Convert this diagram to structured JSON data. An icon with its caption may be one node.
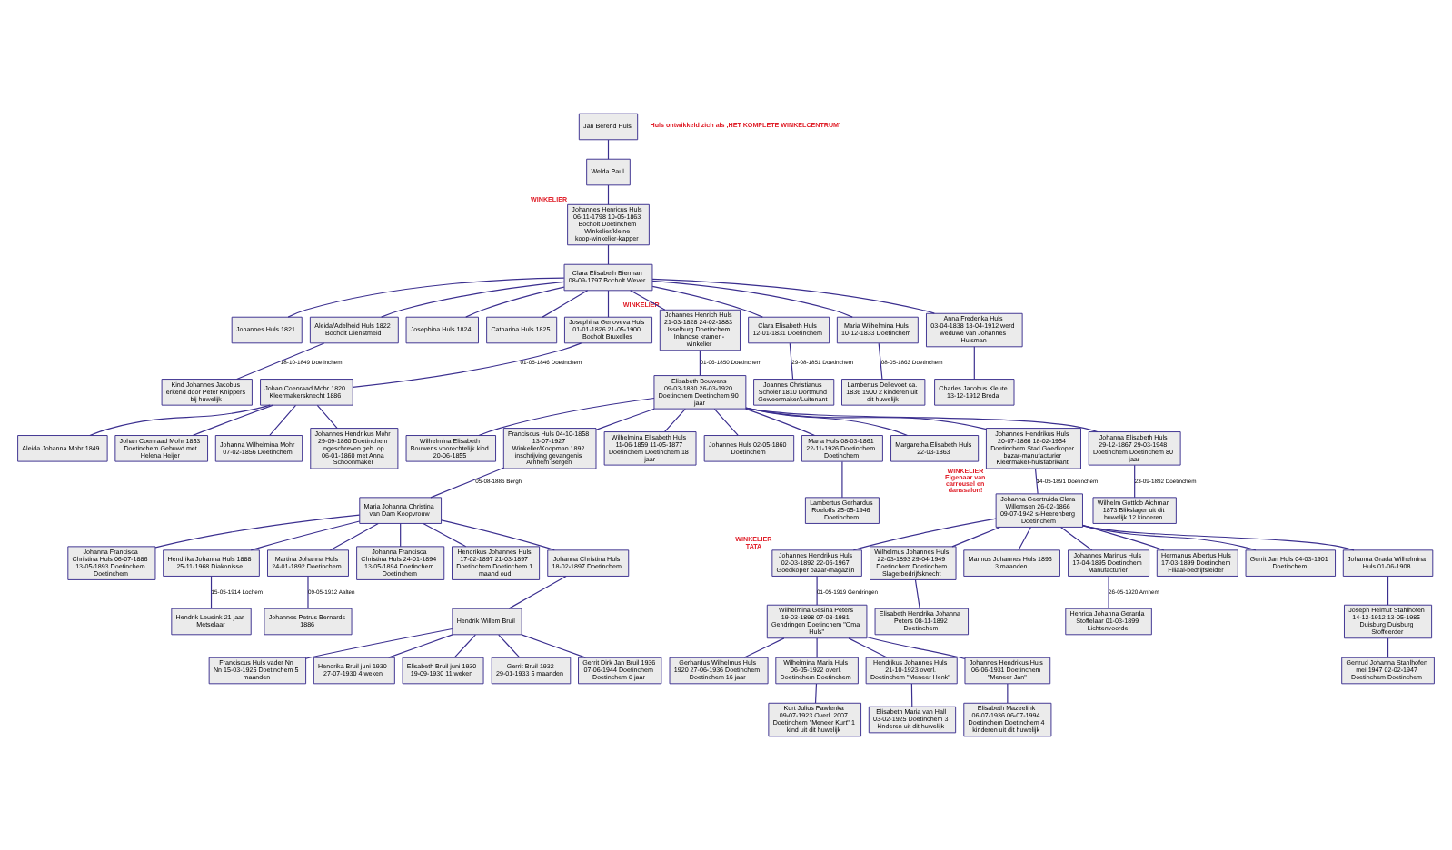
{
  "diagram": {
    "nodes": [
      {
        "text": [
          "Jan Berend Huls"
        ]
      },
      {
        "text": [
          "Welda Paul"
        ]
      },
      {
        "text": [
          "Johannes Henricus Huls 06-11-1798 10-05-1863 Bocholt Doetinchem Winkelier/kleine koop-winkelier-kapper"
        ],
        "beside": [
          "WINKELIER"
        ]
      },
      {
        "text": [
          "Clara Elisabeth Bierman 08-09-1797 Bocholt Wever"
        ]
      },
      {
        "text": [
          "Johannes Huls 1821"
        ]
      },
      {
        "text": [
          "Aleida/Adelheid Huls 1822 Bocholt Dienstmeid"
        ]
      },
      {
        "text": [
          "Josephina Huls 1824"
        ]
      },
      {
        "text": [
          "Catharina Huls 1825"
        ]
      },
      {
        "text": [
          "Josephina Genoveva Huls 01-01-1826 21-05-1900 Bocholt Bruxelles"
        ]
      },
      {
        "text": [
          "Johannes Henrich Huls 21-03-1828 24-02-1883 Isselburg Doetinchem Inlandse kramer - winkelier"
        ],
        "beside": [
          "WINKELIER"
        ]
      },
      {
        "text": [
          "Clara Elisabeth Huls 12-01-1831 Doetinchem"
        ]
      },
      {
        "text": [
          "Maria Wilhelmina Huls 10-12-1833 Doetinchem"
        ]
      },
      {
        "text": [
          "Anna Frederika Huls 03-04-1838 18-04-1912 werd weduwe van Johannes Hulsman"
        ]
      },
      {
        "text": [
          "Kind Johannes Jacobus erkend door Peter Knippers bij huwelijk"
        ]
      },
      {
        "text": [
          "Johan Coenraad Mohr 1820 Kleermakersknecht 1886"
        ]
      },
      {
        "text": [
          "Elisabeth Bouwens 09-03-1830 26-03-1920 Doetinchem Doetinchem 90 jaar"
        ]
      },
      {
        "text": [
          "Joannes Christianus Scholer 1810 Dortmund Geweermaker/Luitenant"
        ]
      },
      {
        "text": [
          "Lambertus Dellevoet ca. 1836 1900 2 kinderen uit dit huwelijk"
        ]
      },
      {
        "text": [
          "Charles Jacobus Kleute 13-12-1912 Breda"
        ]
      },
      {
        "text": [
          "Aleida Johanna Mohr 1849"
        ]
      },
      {
        "text": [
          "Johan Coenraad Mohr 1853 Doetinchem Gehuwd met Helena Heijer"
        ]
      },
      {
        "text": [
          "Johanna Wilhelmina Mohr 07-02-1856 Doetinchem"
        ]
      },
      {
        "text": [
          "Johannes Hendrikus Mohr 29-09-1860 Doetinchem ingeschreven geb. op 06-01-1860 met Anna Schoonmaker"
        ]
      },
      {
        "text": [
          "Wilhelmina Elisabeth Bouwens voorechtelijk kind 20-06-1855"
        ]
      },
      {
        "text": [
          "Franciscus Huls 04-10-1858 13-07-1927 Winkelier/Koopman 1892 inschrijving gevangenis Arnhem Bergen"
        ]
      },
      {
        "text": [
          "Wilhelmina Elisabeth Huls 11-06-1859 11-05-1877 Doetinchem Doetinchem 18 jaar"
        ]
      },
      {
        "text": [
          "Johannes Huls 02-05-1860 Doetinchem"
        ]
      },
      {
        "text": [
          "Maria Huls 08-03-1861 22-11-1926 Doetinchem Doetinchem"
        ]
      },
      {
        "text": [
          "Margaretha Elisabeth Huls 22-03-1863"
        ]
      },
      {
        "text": [
          "Johannes Hendrikus Huls 20-07-1866 18-02-1954 Doetinchem Stad Goedkoper bazar-manufacturier Kleermaker-hulsfabrikant"
        ],
        "beside": [
          "WINKELIER",
          "Eigenaar van carrousel en danssalon!"
        ]
      },
      {
        "text": [
          "Johanna Elisabeth Huls 29-12-1867 29-03-1948 Doetinchem Doetinchem 80 jaar"
        ]
      },
      {
        "text": [
          "Maria Johanna Christina van Dam Koopvrouw"
        ]
      },
      {
        "text": [
          "Lambertus Gerhardus Roeloffs 25-05-1946 Doetinchem"
        ]
      },
      {
        "text": [
          "Johanna Geertruida Clara Willemsen 26-02-1866 09-07-1942 s-Heerenberg Doetinchem"
        ]
      },
      {
        "text": [
          "Wilhelm Gottlob Aichman 1873 Blikslager uit dit huwelijk 12 kinderen"
        ]
      },
      {
        "text": [
          "Johanna Francisca Christina Huls 06-07-1886 13-05-1893 Doetinchem Doetinchem"
        ]
      },
      {
        "text": [
          "Hendrika Johanna Huls 1888 25-11-1968 Diakonisse"
        ]
      },
      {
        "text": [
          "Martina Johanna Huls 24-01-1892 Doetinchem"
        ]
      },
      {
        "text": [
          "Johanna Francisca Christina Huls 24-01-1894 13-05-1894 Doetinchem Doetinchem"
        ]
      },
      {
        "text": [
          "Hendrikus Johannes Huls 17-02-1897 21-03-1897 Doetinchem Doetinchem 1 maand oud"
        ]
      },
      {
        "text": [
          "Johanna Christina Huls 18-02-1897 Doetinchem"
        ]
      },
      {
        "text": [
          "Johannes Hendrikus Huls 02-03-1892 22-06-1967 Goedkoper bazar-magazijn"
        ],
        "beside": [
          "WINKELIER",
          "TATA"
        ]
      },
      {
        "text": [
          "Wilhelmus Johannes Huls 22-03-1893 29-04-1949 Doetinchem Doetinchem Slagerbedrijfsknecht"
        ]
      },
      {
        "text": [
          "Marinus Johannes Huls 1896 3 maanden"
        ]
      },
      {
        "text": [
          "Johannes Marinus Huls 17-04-1895 Doetinchem Manufacturier"
        ]
      },
      {
        "text": [
          "Hermanus Albertus Huls 17-03-1899 Doetinchem Filiaal-bedrijfsleider"
        ]
      },
      {
        "text": [
          "Gerrit Jan Huls 04-03-1901 Doetinchem"
        ]
      },
      {
        "text": [
          "Johanna Grada Wilhelmina Huls 01-06-1908"
        ]
      },
      {
        "text": [
          "Hendrik Leusink 21 jaar Metselaar"
        ]
      },
      {
        "text": [
          "Johannes Petrus Bernards 1886"
        ]
      },
      {
        "text": [
          "Hendrik Willem Bruil"
        ]
      },
      {
        "text": [
          "Wilhelmina Gesina Peters 19-03-1898 07-08-1981 Gendringen Doetinchem \"Oma Huls\""
        ]
      },
      {
        "text": [
          "Elisabeth Hendrika Johanna Peters 08-11-1892 Doetinchem"
        ]
      },
      {
        "text": [
          "Henrica Johanna Gerarda Stoffelaar 01-03-1899 Lichtenvoorde"
        ]
      },
      {
        "text": [
          "Joseph Helmut Stahlhofen 14-12-1912 13-05-1985 Duisburg Duisburg Stoffeerder"
        ]
      },
      {
        "text": [
          "Franciscus Huls vader Nn Nn 15-03-1925 Doetinchem 5 maanden"
        ]
      },
      {
        "text": [
          "Hendrika Bruil juni 1930 27-07-1930 4 weken"
        ]
      },
      {
        "text": [
          "Elisabeth Bruil juni 1930 19-09-1930 11 weken"
        ]
      },
      {
        "text": [
          "Gerrit Bruil 1932 29-01-1933 5 maanden"
        ]
      },
      {
        "text": [
          "Gerrit Dirk Jan Bruil 1936 07-06-1944 Doetinchem Doetinchem 8 jaar"
        ]
      },
      {
        "text": [
          "Gerhardus Wilhelmus Huls 1920 27-06-1936 Doetinchem Doetinchem 16 jaar"
        ]
      },
      {
        "text": [
          "Wilhelmina Maria Huls 06-05-1922 overl. Doetinchem Doetinchem"
        ]
      },
      {
        "text": [
          "Hendrikus Johannes Huls 21-10-1923 overl. Doetinchem \"Meneer Henk\""
        ]
      },
      {
        "text": [
          "Johannes Hendrikus Huls 06-06-1931 Doetinchem \"Meneer Jan\""
        ]
      },
      {
        "text": [
          "Gertrud Johanna Stahlhofen mei 1947 02-02-1947 Doetinchem Doetinchem"
        ]
      },
      {
        "text": [
          "Kurt Julius Pawlenka 09-07-1923 Overl. 2007 Doetinchem \"Meneer Kurt\" 1 kind uit dit huwelijk"
        ]
      },
      {
        "text": [
          "Elisabeth Maria van Hall 03-02-1925 Doetinchem 3 kinderen uit dit huwelijk"
        ]
      },
      {
        "text": [
          "Elisabeth Mazeelink 06-07-1936 06-07-1994 Doetinchem Doetinchem 4 kinderen uit dit huwelijk"
        ]
      }
    ],
    "edges": [
      {
        "from": 0,
        "to": 1,
        "arrow": "none"
      },
      {
        "from": 1,
        "to": 2,
        "arrow": "none"
      },
      {
        "from": 2,
        "to": 3,
        "arrow": "none"
      },
      {
        "from": 3,
        "to": 4,
        "arrow": "none"
      },
      {
        "from": 3,
        "to": 5,
        "arrow": "none"
      },
      {
        "from": 3,
        "to": 6,
        "arrow": "none"
      },
      {
        "from": 3,
        "to": 7,
        "arrow": "none"
      },
      {
        "from": 3,
        "to": 8,
        "arrow": "none"
      },
      {
        "from": 3,
        "to": 9,
        "arrow": "none"
      },
      {
        "from": 3,
        "to": 10,
        "arrow": "none"
      },
      {
        "from": 3,
        "to": 11,
        "arrow": "none"
      },
      {
        "from": 3,
        "to": 12,
        "arrow": "none"
      },
      {
        "from": 5,
        "to": 13,
        "arrow": "none",
        "label": "18-10-1849 Doetinchem"
      },
      {
        "from": 8,
        "to": 14,
        "arrow": "none",
        "label": "01-05-1846 Doetinchem"
      },
      {
        "from": 9,
        "to": 15,
        "arrow": "none",
        "label": "01-06-1850 Doetinchem"
      },
      {
        "from": 10,
        "to": 16,
        "arrow": "none",
        "label": "29-08-1851 Doetinchem"
      },
      {
        "from": 11,
        "to": 17,
        "arrow": "none",
        "label": "08-05-1863 Doetinchem"
      },
      {
        "from": 12,
        "to": 18,
        "arrow": "none"
      },
      {
        "from": 14,
        "to": 19,
        "arrow": "none"
      },
      {
        "from": 14,
        "to": 20,
        "arrow": "none"
      },
      {
        "from": 14,
        "to": 21,
        "arrow": "none"
      },
      {
        "from": 14,
        "to": 22,
        "arrow": "none"
      },
      {
        "from": 15,
        "to": 23,
        "arrow": "none"
      },
      {
        "from": 15,
        "to": 24,
        "arrow": "none"
      },
      {
        "from": 15,
        "to": 25,
        "arrow": "none"
      },
      {
        "from": 15,
        "to": 26,
        "arrow": "none"
      },
      {
        "from": 15,
        "to": 27,
        "arrow": "none"
      },
      {
        "from": 15,
        "to": 28,
        "arrow": "none"
      },
      {
        "from": 15,
        "to": 29,
        "arrow": "none"
      },
      {
        "from": 15,
        "to": 30,
        "arrow": "none"
      },
      {
        "from": 24,
        "to": 31,
        "arrow": "none",
        "label": "05-08-1885 Bergh"
      },
      {
        "from": 27,
        "to": 32,
        "arrow": "none"
      },
      {
        "from": 29,
        "to": 33,
        "arrow": "none",
        "label": "14-05-1891 Doetinchem"
      },
      {
        "from": 30,
        "to": 34,
        "arrow": "none",
        "label": "23-09-1892 Doetinchem"
      },
      {
        "from": 31,
        "to": 35,
        "arrow": "none"
      },
      {
        "from": 31,
        "to": 36,
        "arrow": "none"
      },
      {
        "from": 31,
        "to": 37,
        "arrow": "none"
      },
      {
        "from": 31,
        "to": 38,
        "arrow": "none"
      },
      {
        "from": 31,
        "to": 39,
        "arrow": "none"
      },
      {
        "from": 31,
        "to": 40,
        "arrow": "none"
      },
      {
        "from": 33,
        "to": 41,
        "arrow": "none"
      },
      {
        "from": 33,
        "to": 42,
        "arrow": "none"
      },
      {
        "from": 33,
        "to": 43,
        "arrow": "none"
      },
      {
        "from": 33,
        "to": 44,
        "arrow": "none"
      },
      {
        "from": 33,
        "to": 45,
        "arrow": "none"
      },
      {
        "from": 33,
        "to": 46,
        "arrow": "none"
      },
      {
        "from": 33,
        "to": 47,
        "arrow": "none"
      },
      {
        "from": 36,
        "to": 48,
        "arrow": "none",
        "label": "15-05-1914 Lochem"
      },
      {
        "from": 37,
        "to": 49,
        "arrow": "none",
        "label": "09-05-1912 Aalten"
      },
      {
        "from": 40,
        "to": 50,
        "arrow": "none"
      },
      {
        "from": 41,
        "to": 51,
        "arrow": "none",
        "label": "01-05-1919 Gendringen"
      },
      {
        "from": 42,
        "to": 52,
        "arrow": "none"
      },
      {
        "from": 44,
        "to": 53,
        "arrow": "none",
        "label": "26-05-1920 Arnhem"
      },
      {
        "from": 47,
        "to": 54,
        "arrow": "none"
      },
      {
        "from": 50,
        "to": 55,
        "arrow": "none"
      },
      {
        "from": 50,
        "to": 56,
        "arrow": "none"
      },
      {
        "from": 50,
        "to": 57,
        "arrow": "none"
      },
      {
        "from": 50,
        "to": 58,
        "arrow": "none"
      },
      {
        "from": 50,
        "to": 59,
        "arrow": "none"
      },
      {
        "from": 51,
        "to": 60,
        "arrow": "none"
      },
      {
        "from": 51,
        "to": 61,
        "arrow": "none"
      },
      {
        "from": 51,
        "to": 62,
        "arrow": "none"
      },
      {
        "from": 51,
        "to": 63,
        "arrow": "none"
      },
      {
        "from": 54,
        "to": 64,
        "arrow": "none"
      },
      {
        "from": 61,
        "to": 65,
        "arrow": "none"
      },
      {
        "from": 62,
        "to": 66,
        "arrow": "none"
      },
      {
        "from": 63,
        "to": 67,
        "arrow": "none"
      }
    ],
    "labels": [
      "Huls ontwikkeld zich als ,HET KOMPLETE WINKELCENTRUM'"
    ]
  }
}
